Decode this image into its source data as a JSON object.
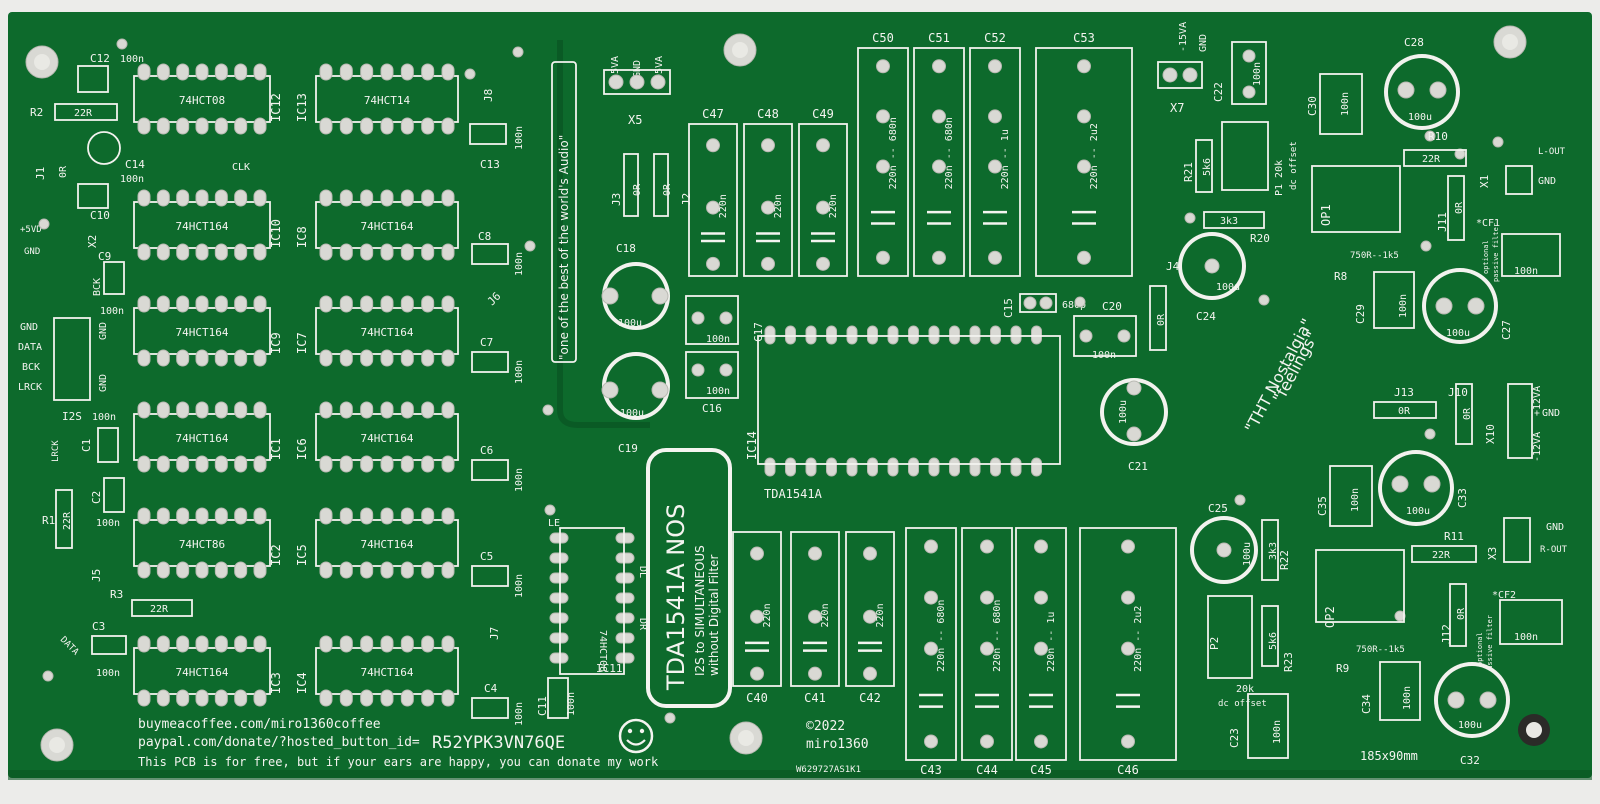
{
  "board": {
    "colors": {
      "pcb": "#0d6a2c",
      "pcb_dark": "#0a5522",
      "silkscreen": "#f4f4f0",
      "pad": "#d9d9d4",
      "background": "#ececea"
    },
    "ics": [
      {
        "ref": "IC12",
        "part": "74HCT08"
      },
      {
        "ref": "IC13",
        "part": "74HCT14"
      },
      {
        "ref": "IC10",
        "part": "74HCT164"
      },
      {
        "ref": "IC8",
        "part": "74HCT164"
      },
      {
        "ref": "IC9",
        "part": "74HCT164"
      },
      {
        "ref": "IC7",
        "part": "74HCT164"
      },
      {
        "ref": "IC1",
        "part": "74HCT164"
      },
      {
        "ref": "IC6",
        "part": "74HCT164"
      },
      {
        "ref": "IC2",
        "part": "74HCT86"
      },
      {
        "ref": "IC5",
        "part": "74HCT164"
      },
      {
        "ref": "IC3",
        "part": "74HCT164"
      },
      {
        "ref": "IC4",
        "part": "74HCT164"
      },
      {
        "ref": "IC11",
        "part": "74HCT08"
      },
      {
        "ref": "IC14",
        "part": "TDA1541A"
      }
    ],
    "left_labels": {
      "c12": "C12",
      "c12_val": "100n",
      "r2": "R2",
      "r2_val": "22R",
      "j1": "J1",
      "j1_val": "0R",
      "c14": "C14",
      "clk": "CLK",
      "c10": "C10",
      "psu": "+5VD",
      "gnd": "GND",
      "x2": "X2",
      "c9": "C9",
      "bck": "BCK",
      "pin_gnd": "GND",
      "pin_data": "DATA",
      "pin_bck": "BCK",
      "pin_lrck": "LRCK",
      "pin_gnd2": "GND",
      "pin_gnd3": "GND",
      "i2s": "I2S",
      "c1": "C1",
      "c1_val": "100n",
      "lrck": "LRCK",
      "c2": "C2",
      "c2_val": "100n",
      "r1": "R1",
      "r1_val": "22R",
      "j5": "J5",
      "r3": "R3",
      "r3_val": "22R",
      "c3": "C3",
      "c3_val": "100n",
      "data": "DATA",
      "c13": "C13",
      "c13_val": "100n",
      "j8": "J8",
      "c8": "C8",
      "c8_val": "100n",
      "j6": "J6",
      "c7": "C7",
      "c7_val": "100n",
      "c6": "C6",
      "c6_val": "100n",
      "c5": "C5",
      "c5_val": "100n",
      "j7": "J7",
      "c4": "C4",
      "c4_val": "100n",
      "c10_val": "100n",
      "c9_val": "100n"
    },
    "power": {
      "m5va": "-5VA",
      "gnd": "GND",
      "p5va": "+5VA",
      "x5": "X5",
      "m15va": "-15VA",
      "gnd2": "GND",
      "x7": "X7"
    },
    "quote": "\"one of the best of the world's Audio\"",
    "center": {
      "j3": "J3",
      "j3_val": "0R",
      "j2": "J2",
      "j2_val": "0R",
      "c18": "C18",
      "c18_val": "100u",
      "c19": "C19",
      "c19_val": "100u",
      "c17": "C17",
      "c17_val": "100n",
      "c16": "C16",
      "c16_val": "100n",
      "c15": "C15",
      "c15_val": "680p",
      "c20": "C20",
      "c20_val": "100n",
      "j4": "J4",
      "j4_val": "0R",
      "c21": "C21",
      "c21_val": "100u",
      "c24": "C24",
      "c24_val": "100u",
      "tda_label": "TDA1541A",
      "le": "LE",
      "dl": "DL",
      "dr": "DR",
      "c11": "C11",
      "c11_val": "100n"
    },
    "top_caps": [
      {
        "ref": "C47",
        "val": "220n"
      },
      {
        "ref": "C48",
        "val": "220n"
      },
      {
        "ref": "C49",
        "val": "220n"
      },
      {
        "ref": "C50",
        "val": "220n -- 680n"
      },
      {
        "ref": "C51",
        "val": "220n -- 680n"
      },
      {
        "ref": "C52",
        "val": "220n -- 1u"
      },
      {
        "ref": "C53",
        "val": "220n -- 2u2"
      }
    ],
    "bottom_caps": [
      {
        "ref": "C40",
        "val": "220n"
      },
      {
        "ref": "C41",
        "val": "220n"
      },
      {
        "ref": "C42",
        "val": "220n"
      },
      {
        "ref": "C43",
        "val": "220n -- 680n"
      },
      {
        "ref": "C44",
        "val": "220n -- 680n"
      },
      {
        "ref": "C45",
        "val": "220n -- 1u"
      },
      {
        "ref": "C46",
        "val": "220n -- 2u2"
      }
    ],
    "title": {
      "line1": "TDA1541A NOS",
      "line2": "I2S to SIMULTANEOUS",
      "line3": "without Digital Filter"
    },
    "right": {
      "c22": "C22",
      "c22_val": "100n",
      "c28": "C28",
      "c28_val": "100u",
      "c30": "C30",
      "c30_val": "100n",
      "r21": "R21",
      "r21_val": "5k6",
      "p1": "P1 20k",
      "p1_sub": "dc offset",
      "r20": "R20",
      "r20_val": "3k3",
      "r10": "R10",
      "r10_val": "22R",
      "x1": "X1",
      "lout": "L-OUT",
      "lgnd": "GND",
      "op1": "OP1",
      "j11": "J11",
      "j11_val": "0R",
      "cf1": "*CF1",
      "cf1_val": "100n",
      "opt1": "optional",
      "opt1b": "passive filter",
      "r8": "R8",
      "r8_val": "750R--1k5",
      "c29": "C29",
      "c29_val": "100n",
      "c27": "C27",
      "c27_val": "100u",
      "nostalgia": "\"THT Nostalgia\"",
      "feelings": "\"feelings\"",
      "j13": "J13",
      "j13_val": "0R",
      "j10": "J10",
      "j10_val": "0R",
      "x10": "X10",
      "p12va": "+12VA",
      "gnd_mid": "GND",
      "m12va": "-12VA",
      "c35": "C35",
      "c35_val": "100n",
      "c33": "C33",
      "c33_val": "100u",
      "c25": "C25",
      "c25_val": "100u",
      "r22": "R22",
      "r22_val": "3k3",
      "r11": "R11",
      "r11_val": "22R",
      "x3": "X3",
      "rgnd": "GND",
      "rout": "R-OUT",
      "op2": "OP2",
      "j12": "J12",
      "j12_val": "0R",
      "cf2": "*CF2",
      "cf2_val": "100n",
      "opt2": "optional",
      "opt2b": "passive filter",
      "p2": "P2",
      "p2_val": "20k",
      "p2_sub": "dc offset",
      "r23": "R23",
      "r23_val": "5k6",
      "r9": "R9",
      "r9_val": "750R--1k5",
      "c34": "C34",
      "c34_val": "100n",
      "c32": "C32",
      "c32_val": "100u",
      "c23": "C23",
      "c23_val": "100n",
      "size": "185x90mm"
    },
    "footer": {
      "line1": "buymeacoffee.com/miro1360coffee",
      "line2a": "paypal.com/donate/?hosted_button_id=",
      "line2b": "R52YPK3VN76QE",
      "line3": "This PCB is for free, but if your ears are happy, you can donate my work",
      "copyright": "©2022",
      "author": "miro1360",
      "lot": "W629727AS1K1"
    }
  }
}
